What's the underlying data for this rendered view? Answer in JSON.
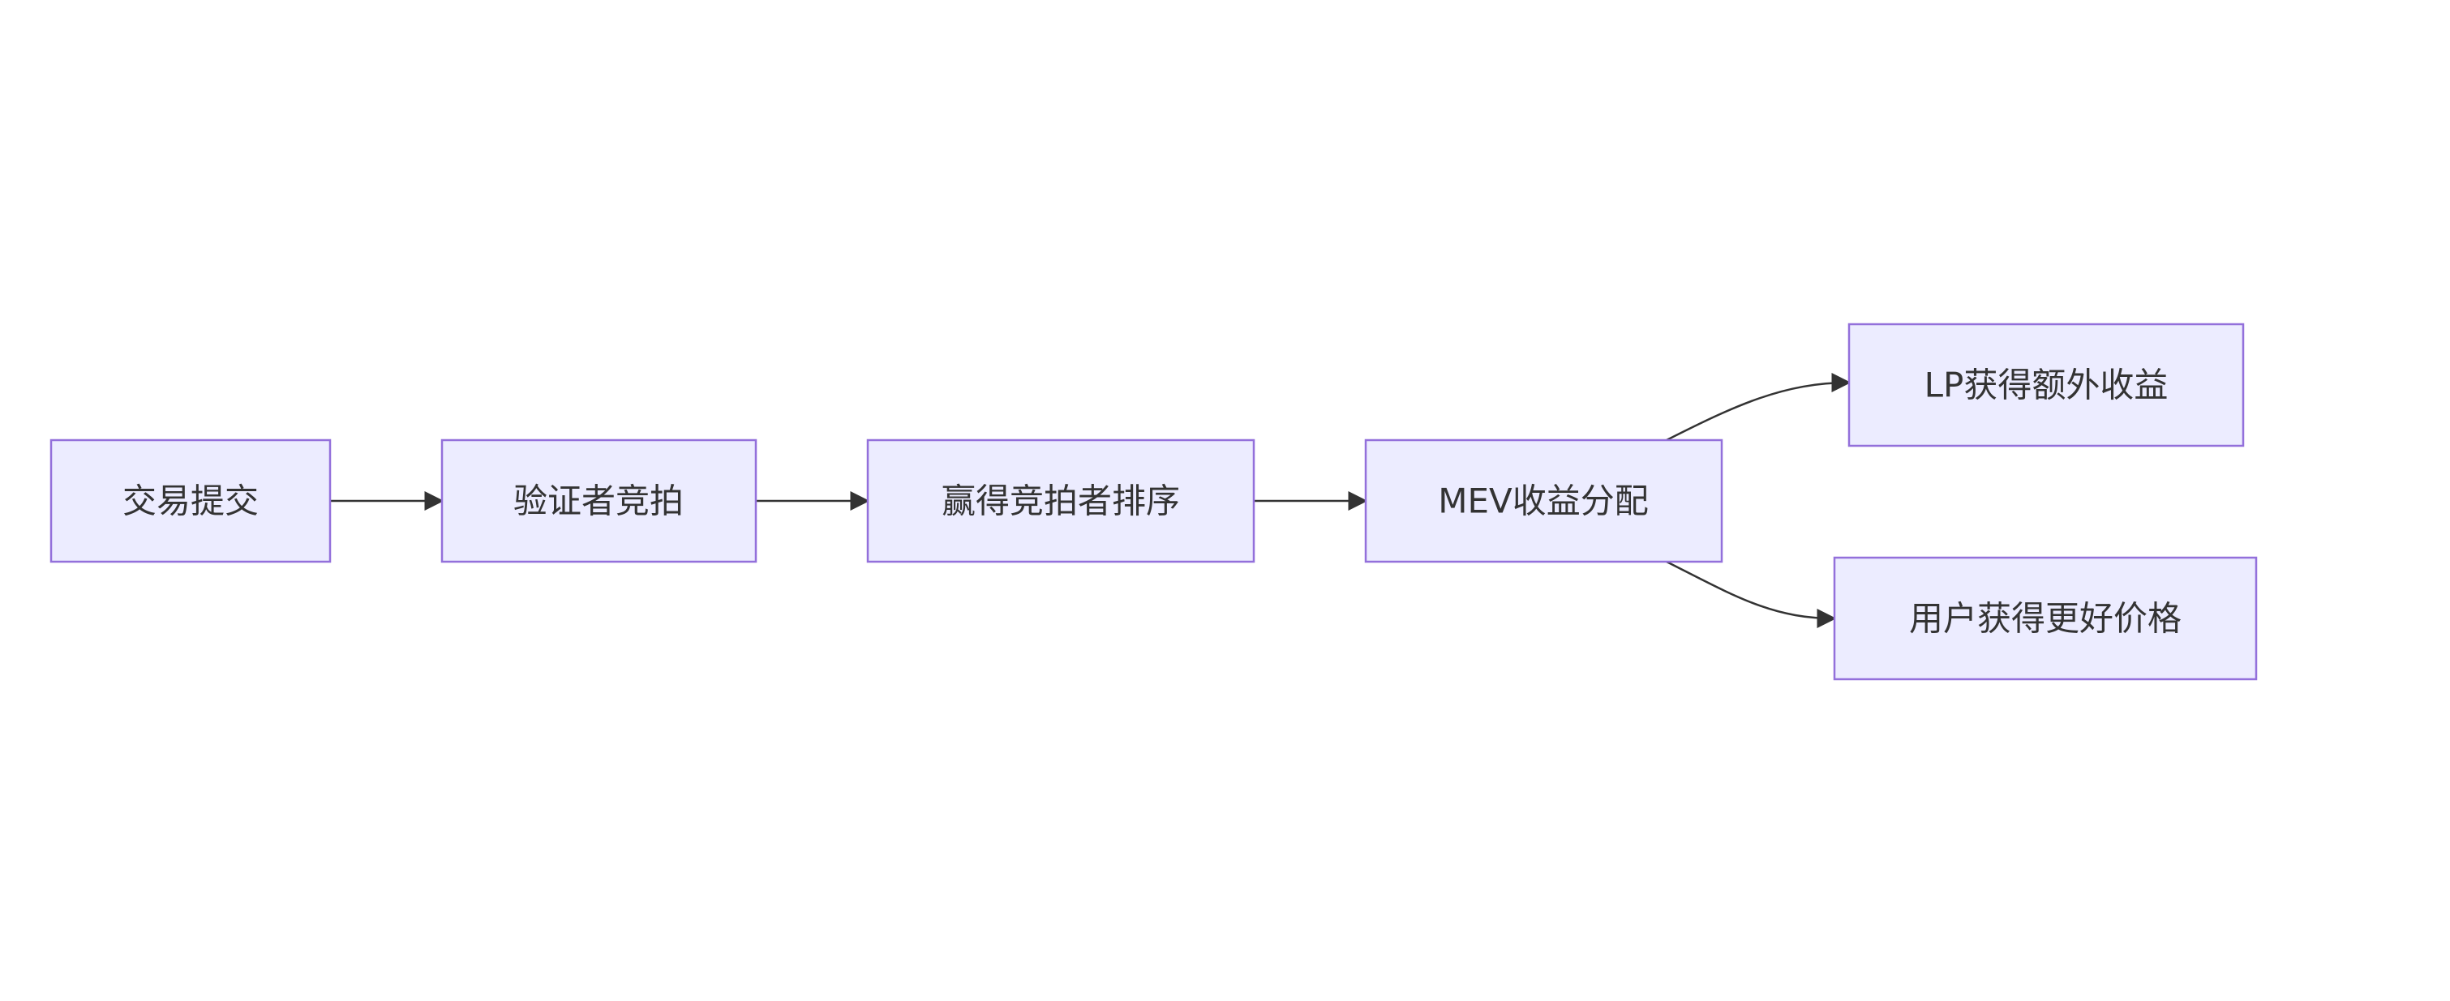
{
  "diagram": {
    "type": "flowchart",
    "direction": "left-to-right",
    "nodes": [
      {
        "id": "n1",
        "label": "交易提交"
      },
      {
        "id": "n2",
        "label": "验证者竞拍"
      },
      {
        "id": "n3",
        "label": "赢得竞拍者排序"
      },
      {
        "id": "n4",
        "label": "MEV收益分配"
      },
      {
        "id": "n5",
        "label": "LP获得额外收益"
      },
      {
        "id": "n6",
        "label": "用户获得更好价格"
      }
    ],
    "edges": [
      {
        "from": "n1",
        "to": "n2"
      },
      {
        "from": "n2",
        "to": "n3"
      },
      {
        "from": "n3",
        "to": "n4"
      },
      {
        "from": "n4",
        "to": "n5"
      },
      {
        "from": "n4",
        "to": "n6"
      }
    ],
    "colors": {
      "node_fill": "#ececff",
      "node_stroke": "#9370db",
      "text": "#333333",
      "edge": "#333333"
    }
  }
}
